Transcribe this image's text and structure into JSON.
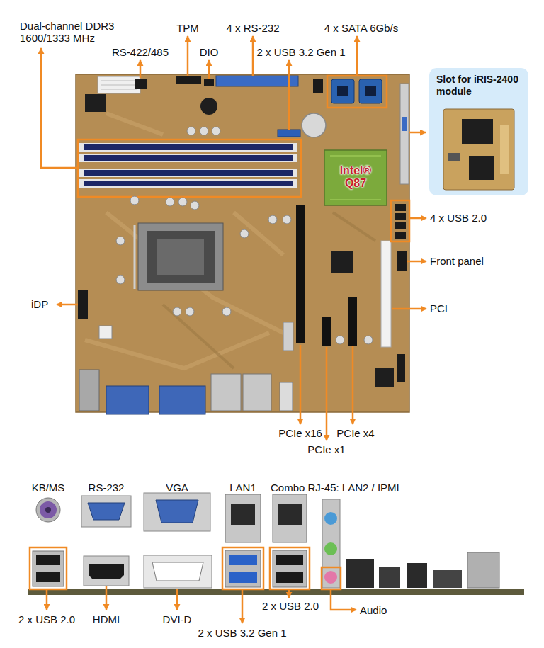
{
  "diagram": {
    "nodes": [
      {
        "text": [
          "Slot for iRIS-2400 module"
        ]
      }
    ],
    "labels": [
      "Dual-channel DDR3 1600/1333 MHz",
      "TPM",
      "4 x RS-232",
      "4 x SATA 6Gb/s",
      "RS-422/485",
      "DIO",
      "2 x USB 3.2 Gen 1",
      "Intel® Q87",
      "4 x USB 2.0",
      "Front panel",
      "iDP",
      "PCI",
      "PCIe x16",
      "PCIe x4",
      "PCIe x1",
      "KB/MS",
      "RS-232",
      "VGA",
      "LAN1",
      "Combo RJ-45: LAN2 / IPMI",
      "2 x USB 2.0",
      "HDMI",
      "DVI-D",
      "2 x USB 2.0",
      "Audio",
      "2 x USB 3.2 Gen 1"
    ]
  }
}
